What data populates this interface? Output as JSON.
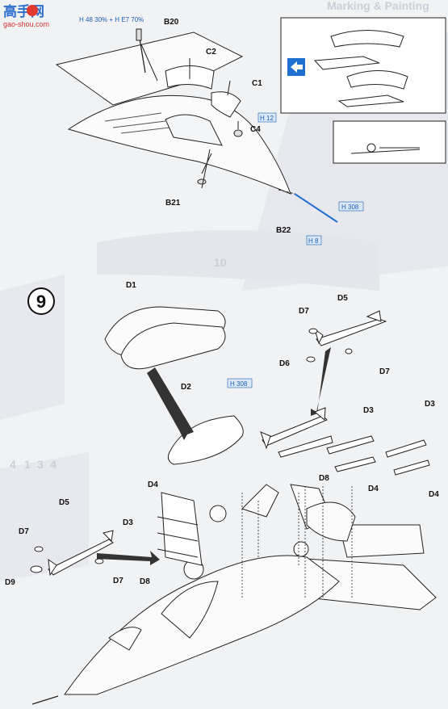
{
  "watermark": {
    "logo": "高手网",
    "url": "gao-shou.com"
  },
  "background": {
    "title": "Marking & Painting",
    "step": "10",
    "numbers": [
      "4",
      "1",
      "3",
      "4"
    ]
  },
  "step_number": "9",
  "paint_codes": {
    "b20_mix": "H 48 30% + H E7 70%",
    "c4": "H 12",
    "b22": "H 308",
    "b22_tip": "H 8",
    "d_tank": "H 308"
  },
  "labels": {
    "B20": "B20",
    "C2": "C2",
    "C1": "C1",
    "C4": "C4",
    "B21": "B21",
    "B22": "B22",
    "D1": "D1",
    "D2": "D2",
    "D5_top": "D5",
    "D7_top_a": "D7",
    "D6": "D6",
    "D7_top_b": "D7",
    "D3_a": "D3",
    "D3_b": "D3",
    "D8_center": "D8",
    "D4_a": "D4",
    "D4_b": "D4",
    "D4_left": "D4",
    "D3_left": "D3",
    "D5_left": "D5",
    "D7_left_a": "D7",
    "D9": "D9",
    "D7_left_b": "D7",
    "D8_left": "D8"
  },
  "colors": {
    "paint_code": "#1a5fb4",
    "paint_box": "#dbe8f8",
    "accent_blue": "#1f6fd0",
    "line": "#222222",
    "step_circle_bg": "#ffffff"
  },
  "icons": [
    "arrow-left-icon"
  ]
}
